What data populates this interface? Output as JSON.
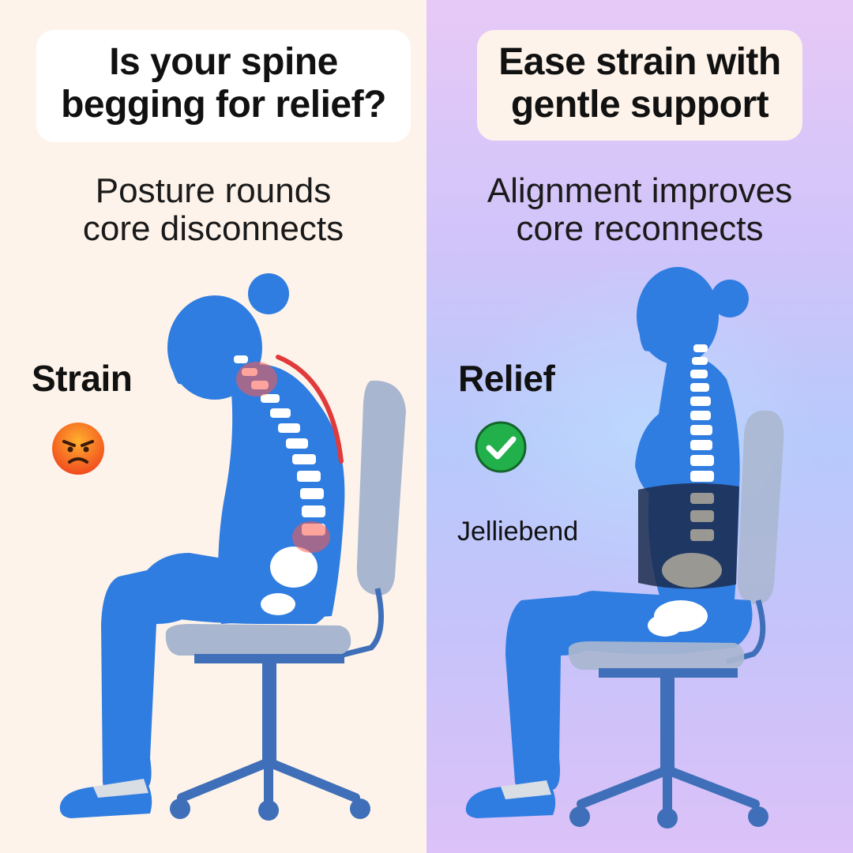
{
  "left_panel": {
    "headline": "Is your spine begging for relief?",
    "subtext_line1": "Posture rounds",
    "subtext_line2": "core disconnects",
    "label": "Strain",
    "emoji": "angry-face-icon"
  },
  "right_panel": {
    "headline": "Ease strain with gentle support",
    "subtext_line1": "Alignment improves",
    "subtext_line2": "core reconnects",
    "label": "Relief",
    "emoji": "check-mark-icon",
    "product_label": "Jelliebend"
  },
  "colors": {
    "left_bg": "#fdf3ea",
    "figure_blue": "#2f7de0",
    "chair_gray": "#a9b6cf",
    "chair_base": "#3f6fb8",
    "strain_red": "#e03a3a",
    "check_green": "#22b04b",
    "brace_navy": "#1c2c4c"
  }
}
